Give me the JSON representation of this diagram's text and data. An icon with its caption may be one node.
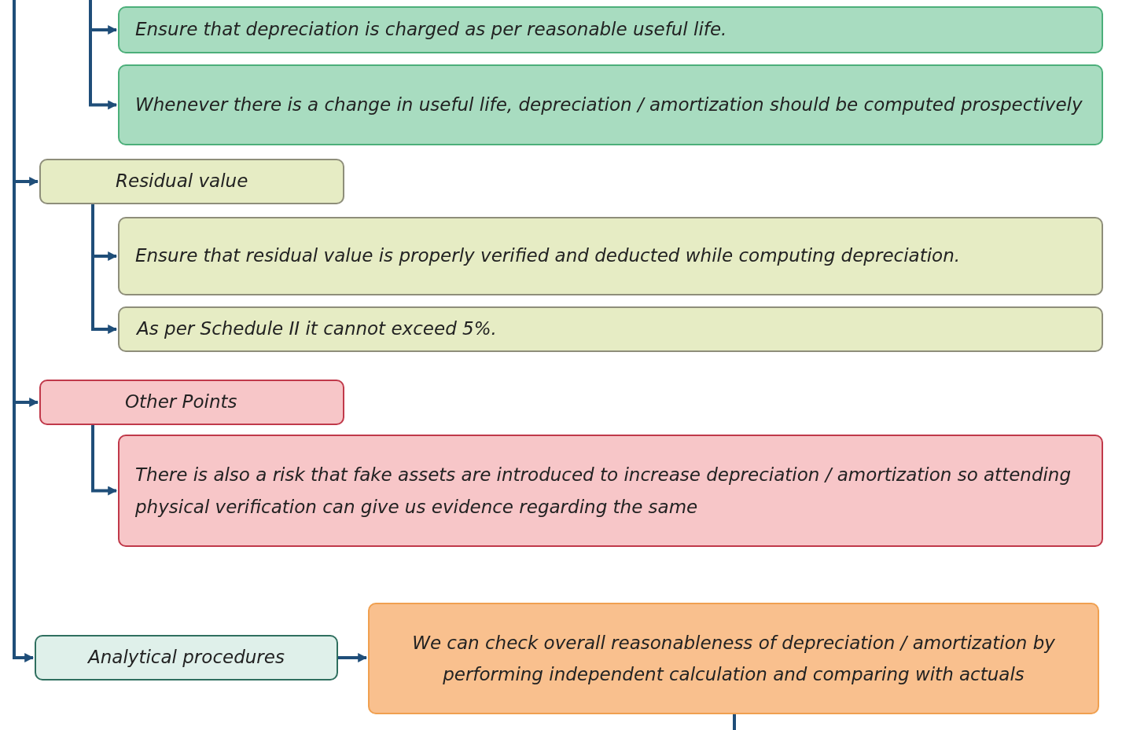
{
  "diagram": {
    "nodes": [
      {
        "text": [
          "Ensure that depreciation is charged as per reasonable useful life."
        ]
      },
      {
        "text": [
          "Whenever there is a change in useful life, depreciation / amortization should be computed prospectively"
        ]
      },
      {
        "text": [
          "Residual value"
        ]
      },
      {
        "text": [
          "Ensure that residual value is properly verified and deducted while computing depreciation."
        ]
      },
      {
        "text": [
          "As per Schedule II it cannot exceed 5%."
        ]
      },
      {
        "text": [
          "Other Points"
        ]
      },
      {
        "text": [
          "There is also a risk that fake assets are introduced to increase depreciation / amortization so attending physical verification can give us evidence regarding the same"
        ]
      },
      {
        "text": [
          "Analytical procedures"
        ]
      },
      {
        "text": [
          "We can check overall reasonableness of depreciation / amortization by performing independent calculation and comparing with actuals"
        ]
      }
    ],
    "edges": [
      {
        "from": null,
        "to": 0,
        "arrow": "to"
      },
      {
        "from": null,
        "to": 1,
        "arrow": "to"
      },
      {
        "from": null,
        "to": 2,
        "arrow": "to"
      },
      {
        "from": null,
        "to": 5,
        "arrow": "to"
      },
      {
        "from": null,
        "to": 7,
        "arrow": "to"
      },
      {
        "from": 2,
        "to": 3,
        "arrow": "to"
      },
      {
        "from": 2,
        "to": 4,
        "arrow": "to"
      },
      {
        "from": 5,
        "to": 6,
        "arrow": "to"
      },
      {
        "from": 7,
        "to": 8,
        "arrow": "to"
      },
      {
        "from": 8,
        "to": null,
        "arrow": "none"
      }
    ]
  }
}
